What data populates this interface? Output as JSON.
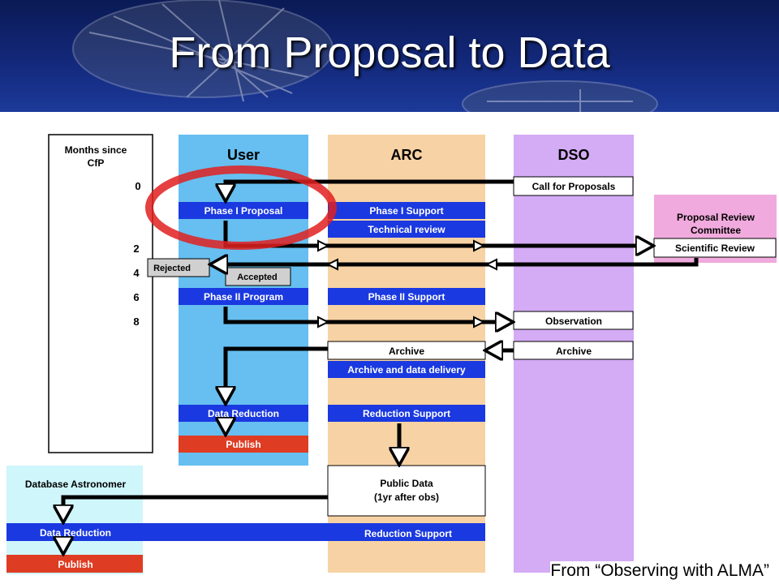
{
  "title": "From Proposal to Data",
  "credit": "From “Observing with ALMA”",
  "timeline": {
    "header": "Months since CfP",
    "header_line1": "Months since",
    "header_line2": "CfP",
    "months": [
      "0",
      "2",
      "4",
      "6",
      "8"
    ]
  },
  "lanes": {
    "user": "User",
    "arc": "ARC",
    "dso": "DSO"
  },
  "committee": {
    "label_line1": "Proposal Review",
    "label_line2": "Committee",
    "scientific_review": "Scientific Review"
  },
  "boxes": {
    "call_for_proposals": "Call for Proposals",
    "phase1_proposal": "Phase I Proposal",
    "phase1_support": "Phase I Support",
    "technical_review": "Technical review",
    "rejected": "Rejected",
    "accepted": "Accepted",
    "phase2_program": "Phase II Program",
    "phase2_support": "Phase II Support",
    "observation": "Observation",
    "arc_archive": "Archive",
    "dso_archive": "Archive",
    "archive_delivery": "Archive and data delivery",
    "data_reduction": "Data Reduction",
    "reduction_support": "Reduction Support",
    "publish": "Publish",
    "public_data_line1": "Public Data",
    "public_data_line2": "(1yr after obs)"
  },
  "database": {
    "label": "Database Astronomer",
    "data_reduction": "Data Reduction",
    "reduction_support": "Reduction Support",
    "publish": "Publish"
  },
  "colors": {
    "user_lane": "#66bff0",
    "arc_lane": "#f7d2a4",
    "dso_lane": "#d4abf5",
    "committee": "#f0aadd",
    "blue_bar": "#1a39e0",
    "publish_red": "#df3c24",
    "highlight_ring": "#e02020"
  }
}
